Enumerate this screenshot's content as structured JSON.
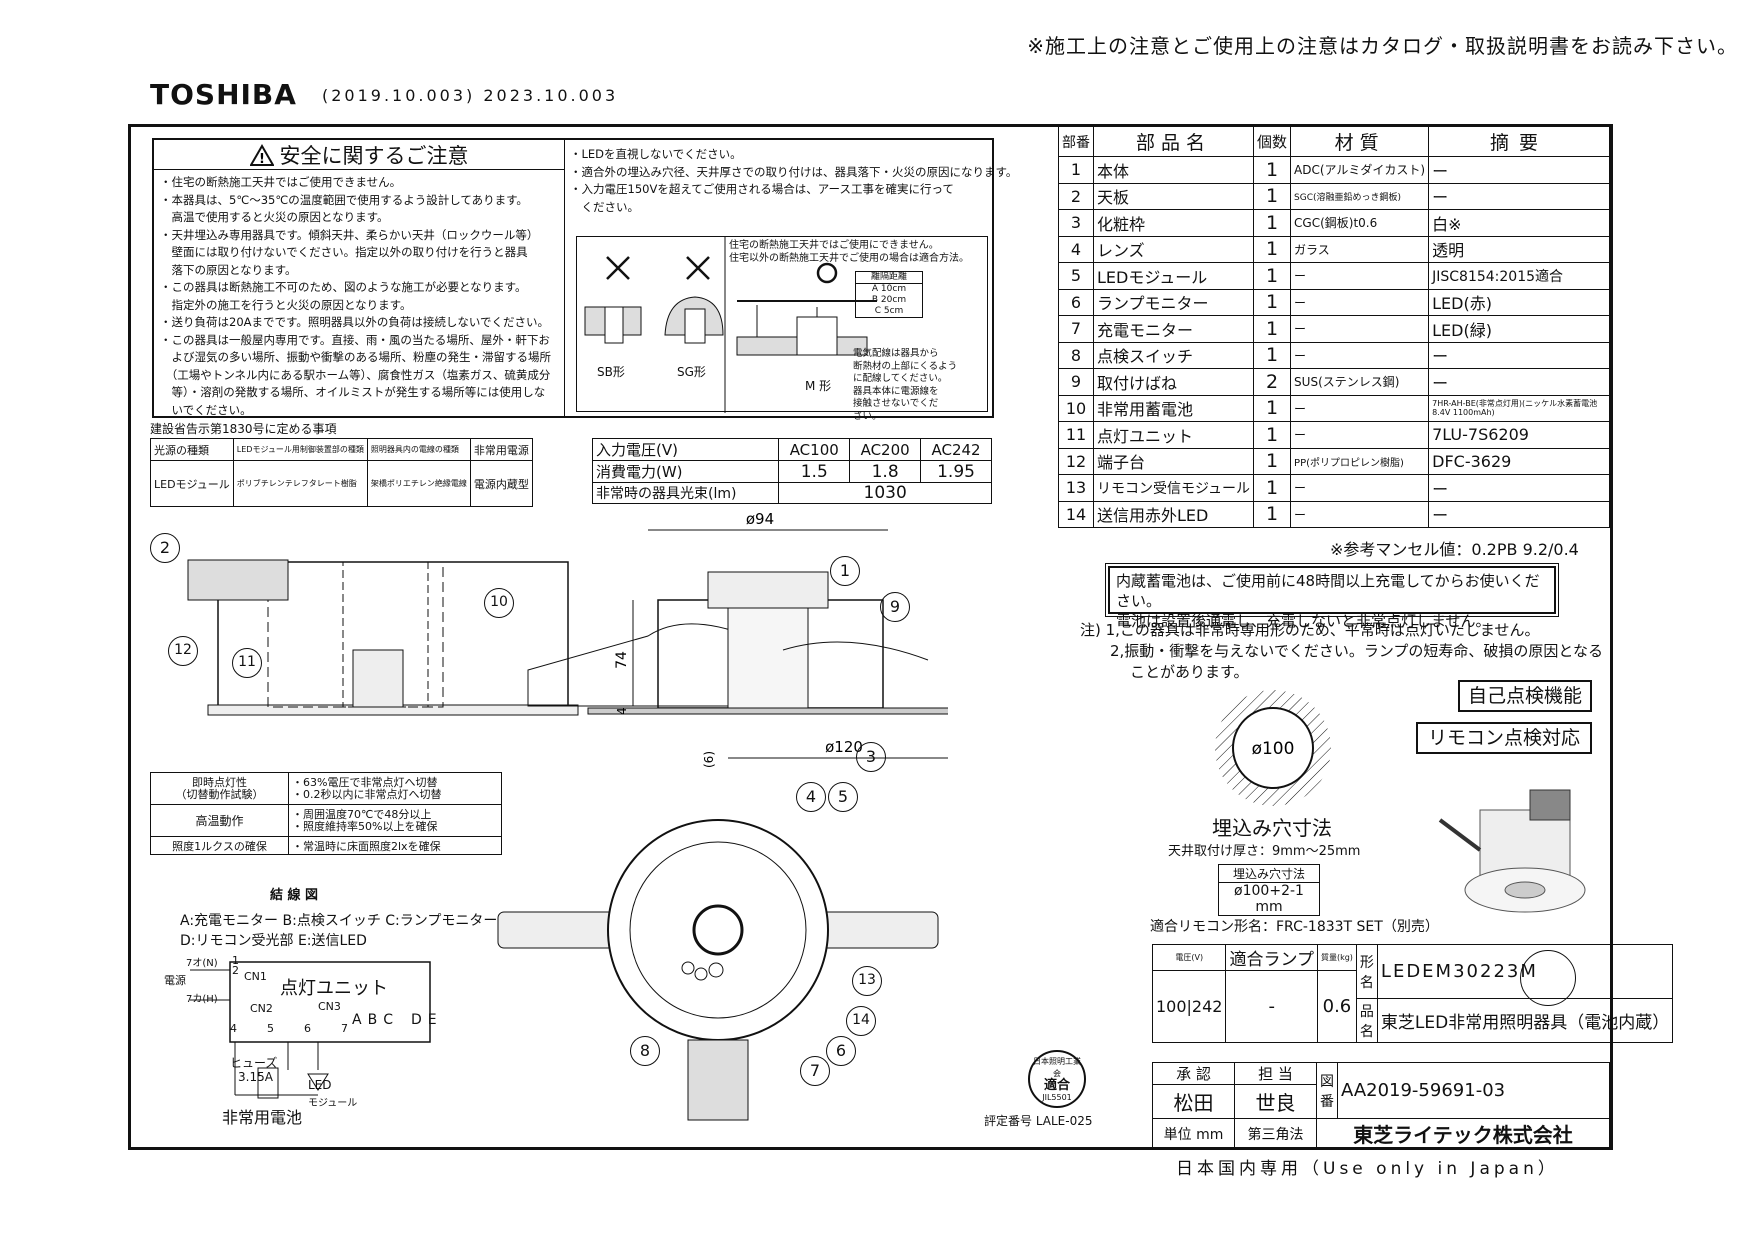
{
  "header": {
    "note": "※施工上の注意とご使用上の注意はカタログ・取扱説明書をお読み下さい。",
    "logo": "TOSHIBA",
    "version": "(2019.10.003) 2023.10.003"
  },
  "safety": {
    "title": "安全に関するご注意",
    "left_lines": [
      "・住宅の断熱施工天井ではご使用できません。",
      "・本器具は、5℃～35℃の温度範囲で使用するよう設計してあります。",
      "　高温で使用すると火災の原因となります。",
      "・天井埋込み専用器具です。傾斜天井、柔らかい天井（ロックウール等）",
      "　壁面には取り付けないでください。指定以外の取り付けを行うと器具",
      "　落下の原因となります。",
      "・この器具は断熱施工不可のため、図のような施工が必要となります。",
      "　指定外の施工を行うと火災の原因となります。",
      "・送り負荷は20Aまでです。照明器具以外の負荷は接続しないでください。",
      "・この器具は一般屋内専用です。直接、雨・風の当たる場所、屋外・軒下お",
      "　よび湿気の多い場所、振動や衝撃のある場所、粉塵の発生・滞留する場所",
      "　（工場やトンネル内にある駅ホーム等）、腐食性ガス（塩素ガス、硫黄成分",
      "　等）・溶剤の発散する場所、オイルミストが発生する場所等には使用しな",
      "　いでください。"
    ],
    "right_lines": [
      "・LEDを直視しないでください。",
      "・適合外の埋込み穴径、天井厚さでの取り付けは、器具落下・火災の原因になります。",
      "・入力電圧150Vを超えてご使用される場合は、アース工事を確実に行って",
      "　ください。"
    ],
    "diagram_note": [
      "住宅の断熱施工天井ではご使用にできません。",
      "住宅以外の断熱施工天井でご使用の場合は適合方法。"
    ],
    "sb": "SB形",
    "sg": "SG形",
    "m": "M 形",
    "dist_title": "離隔距離",
    "dist_rows": [
      "A 10cm",
      "B 20cm",
      "C 5cm"
    ],
    "elec_note": [
      "電気配線は器具から",
      "断熱材の上部にくるよう",
      "に配線してください。",
      "器具本体に電源線を",
      "接触させないでくだ",
      "さい。"
    ]
  },
  "construction": {
    "title": "建設省告示第1830号に定める事項",
    "headers": [
      "光源の種類",
      "LEDモジュール用制御装置部の種類",
      "照明器具内の電線の種類",
      "非常用電源"
    ],
    "values": [
      "LEDモジュール",
      "ポリブチレンテレフタレート樹脂",
      "架橋ポリエチレン絶縁電線",
      "電源内蔵型"
    ]
  },
  "spec": {
    "rows": [
      [
        "入力電圧(V)",
        "AC100",
        "AC200",
        "AC242"
      ],
      [
        "消費電力(W)",
        "1.5",
        "1.8",
        "1.95"
      ]
    ],
    "flux_label": "非常時の器具光束(lm)",
    "flux_value": "1030"
  },
  "parts": {
    "headers": [
      "部番",
      "部品名",
      "個数",
      "材質",
      "摘要"
    ],
    "rows": [
      [
        "1",
        "本体",
        "1",
        "ADC(アルミダイカスト)",
        "ー"
      ],
      [
        "2",
        "天板",
        "1",
        "SGC(溶融亜鉛めっき鋼板)",
        "ー"
      ],
      [
        "3",
        "化粧枠",
        "1",
        "CGC(鋼板)t0.6",
        "白※"
      ],
      [
        "4",
        "レンズ",
        "1",
        "ガラス",
        "透明"
      ],
      [
        "5",
        "LEDモジュール",
        "1",
        "ー",
        "JISC8154:2015適合"
      ],
      [
        "6",
        "ランプモニター",
        "1",
        "ー",
        "LED(赤)"
      ],
      [
        "7",
        "充電モニター",
        "1",
        "ー",
        "LED(緑)"
      ],
      [
        "8",
        "点検スイッチ",
        "1",
        "ー",
        "ー"
      ],
      [
        "9",
        "取付けばね",
        "2",
        "SUS(ステンレス鋼)",
        "ー"
      ],
      [
        "10",
        "非常用蓄電池",
        "1",
        "ー",
        "7HR-AH-BE(非常点灯用)(ニッケル水素蓄電池 8.4V 1100mAh)"
      ],
      [
        "11",
        "点灯ユニット",
        "1",
        "ー",
        "7LU-7S6209"
      ],
      [
        "12",
        "端子台",
        "1",
        "PP(ポリプロピレン樹脂)",
        "DFC-3629"
      ],
      [
        "13",
        "リモコン受信モジュール",
        "1",
        "ー",
        "ー"
      ],
      [
        "14",
        "送信用赤外LED",
        "1",
        "ー",
        "ー"
      ]
    ]
  },
  "munsell": "※参考マンセル値：0.2PB 9.2/0.4",
  "battery_note": [
    "内蔵蓄電池は、ご使用前に48時間以上充電してからお使いください。",
    "電池は設置後通電し、充電しないと非常点灯しません。"
  ],
  "notes": [
    "注) 1,この器具は非常時専用形のため、平常時は点灯いたしません。",
    "2,振動・衝撃を与えないでください。ランプの短寿命、破損の原因となる",
    "ことがあります。"
  ],
  "badges": [
    "自己点検機能",
    "リモコン点検対応"
  ],
  "cutout": {
    "dia": "ø100",
    "title": "埋込み穴寸法",
    "thick": "天井取付け厚さ：9mm～25mm",
    "box_title": "埋込み穴寸法",
    "box_value": "ø100+2-1 mm"
  },
  "remote": "適合リモコン形名：FRC-1833T SET（別売）",
  "dims": {
    "w94": "ø94",
    "h74": "74",
    "h4": "4",
    "h6": "(6)",
    "w120": "ø120"
  },
  "callouts": [
    "1",
    "2",
    "3",
    "4",
    "5",
    "6",
    "7",
    "8",
    "9",
    "10",
    "11",
    "12",
    "13",
    "14"
  ],
  "perf": {
    "rows": [
      [
        "即時点灯性\n（切替動作試験）",
        "・63%電圧で非常点灯へ切替\n・0.2秒以内に非常点灯へ切替"
      ],
      [
        "高温動作",
        "・周囲温度70℃で48分以上\n・照度維持率50%以上を確保"
      ],
      [
        "照度1ルクスの確保",
        "・常温時に床面照度2lxを確保"
      ]
    ]
  },
  "wiring": {
    "title": "結 線 図",
    "legend1": "A:充電モニター B:点検スイッチ C:ランプモニター",
    "legend2": "D:リモコン受光部 E:送信LED",
    "unit": "点灯ユニット",
    "cn1": "CN1",
    "cn2": "CN2",
    "cn3": "CN3",
    "n": "7オ(N)",
    "h": "7カ(H)",
    "power": "電源",
    "fuse": "ヒューズ",
    "fuse_val": "3.15A",
    "led": "LED",
    "module": "モジュール",
    "battery": "非常用電池",
    "pins": [
      "1",
      "2",
      "4",
      "5",
      "6",
      "7"
    ],
    "abcde": [
      "A",
      "B",
      "C",
      "D",
      "E"
    ]
  },
  "cert": {
    "label": "評定番号 LALE-025",
    "stamp": "適合",
    "stamp_top": "日本照明工業会",
    "stamp_bottom": "JIL5501"
  },
  "titleblock": {
    "voltage_h": "電圧(V)",
    "lamp_h": "適合ランプ",
    "weight_h": "質量(kg)",
    "voltage": "100|242",
    "lamp": "-",
    "weight": "0.6",
    "kata": "形名",
    "model": "LEDEM30223M",
    "hin": "品名",
    "product": "東芝LED非常用照明器具（電池内蔵）",
    "approve": "承 認",
    "charge": "担 当",
    "approver": "松田",
    "person": "世良",
    "zuban": "図番",
    "drawing_no": "AA2019-59691-03",
    "unit": "単位 mm",
    "projection": "第三角法",
    "company": "東芝ライテック株式会社"
  },
  "domestic": "日本国内専用（Use only in Japan）"
}
